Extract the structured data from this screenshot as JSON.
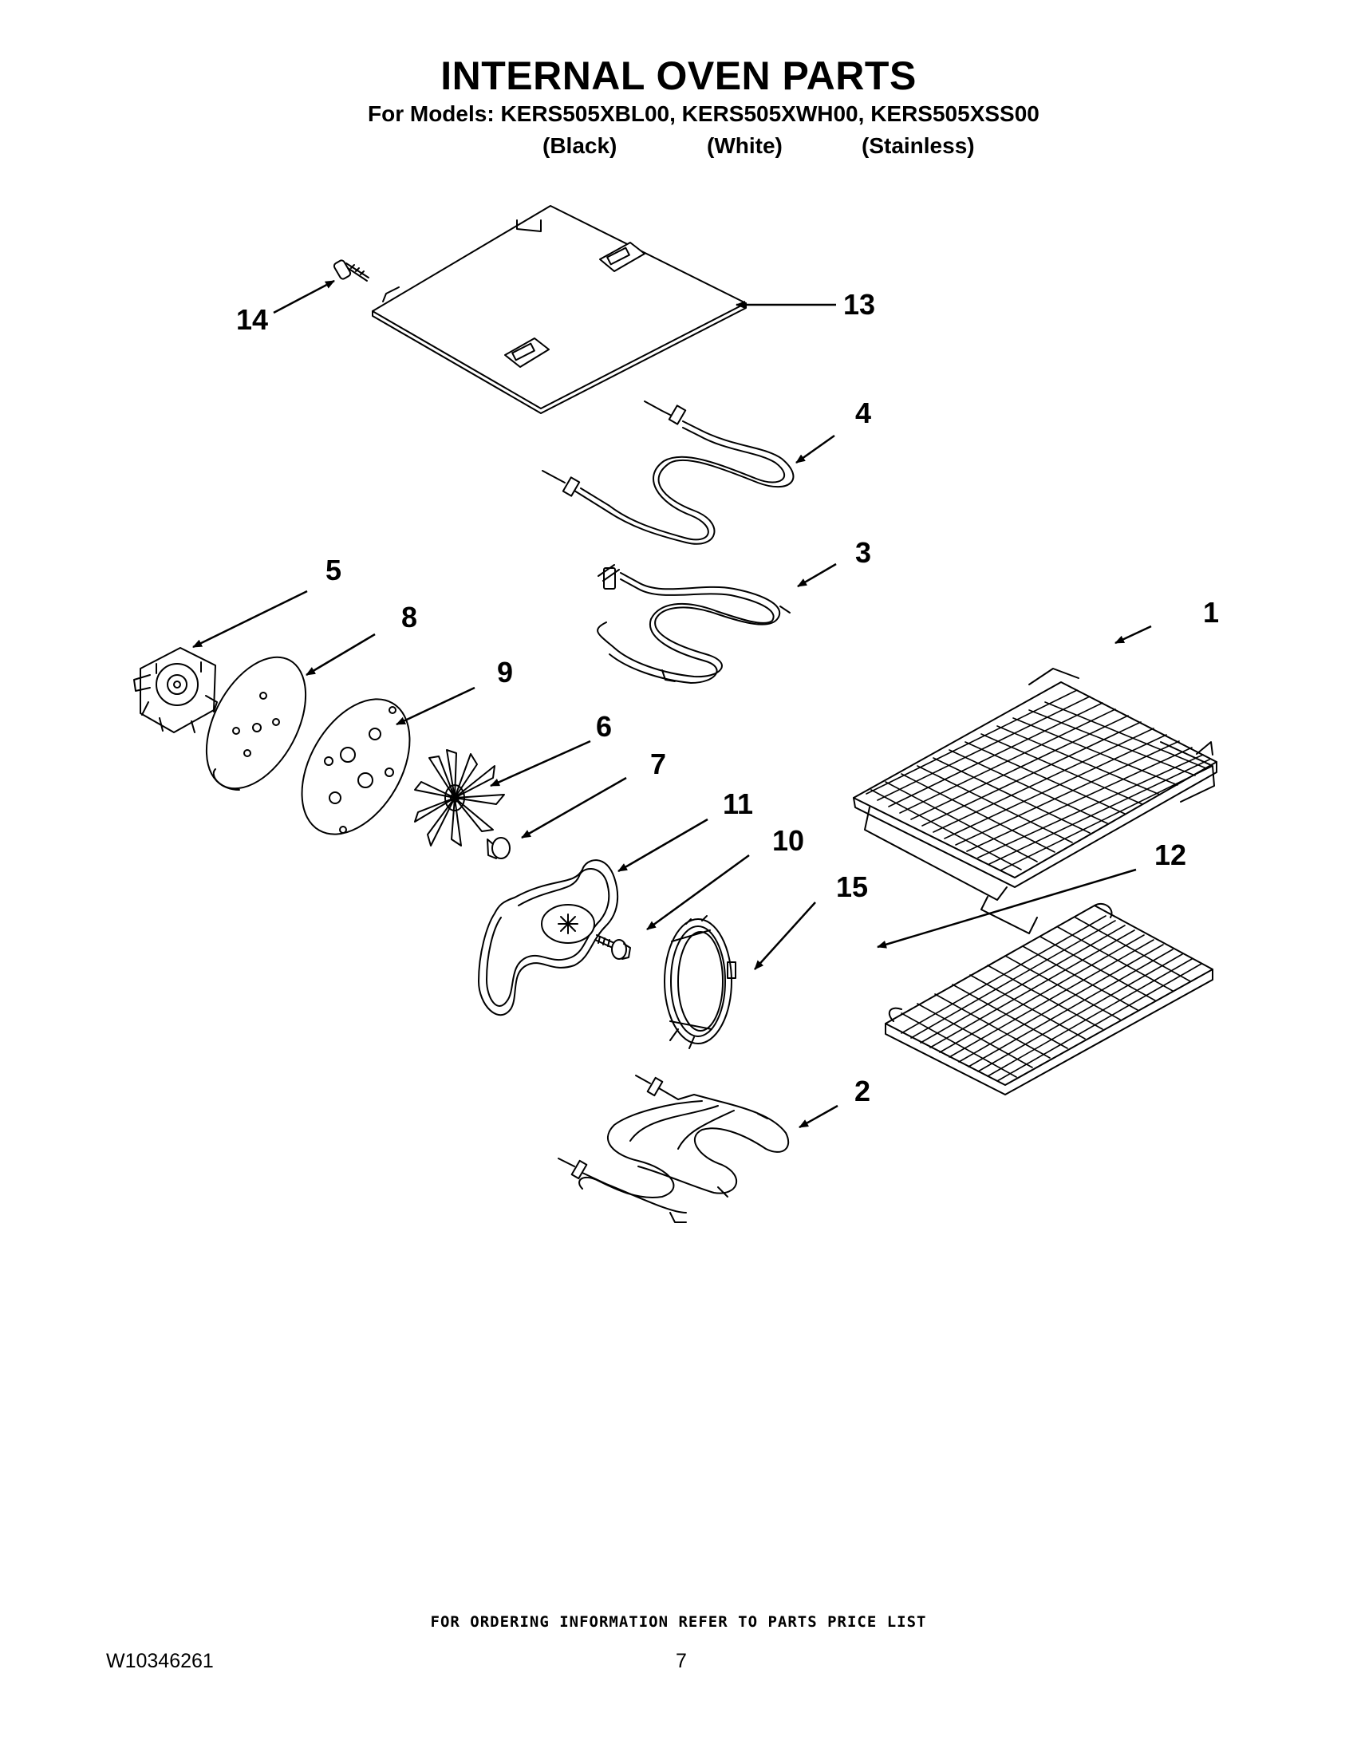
{
  "header": {
    "title": "INTERNAL OVEN PARTS",
    "models_line": "For Models: KERS505XBL00, KERS505XWH00, KERS505XSS00",
    "finishes": [
      "(Black)",
      "(White)",
      "(Stainless)"
    ]
  },
  "callouts": [
    "1",
    "2",
    "3",
    "4",
    "5",
    "6",
    "7",
    "8",
    "9",
    "10",
    "11",
    "12",
    "13",
    "14",
    "15"
  ],
  "footer": {
    "ordering_note": "FOR ORDERING INFORMATION REFER TO PARTS PRICE LIST",
    "document_number": "W10346261",
    "page_number": "7"
  }
}
